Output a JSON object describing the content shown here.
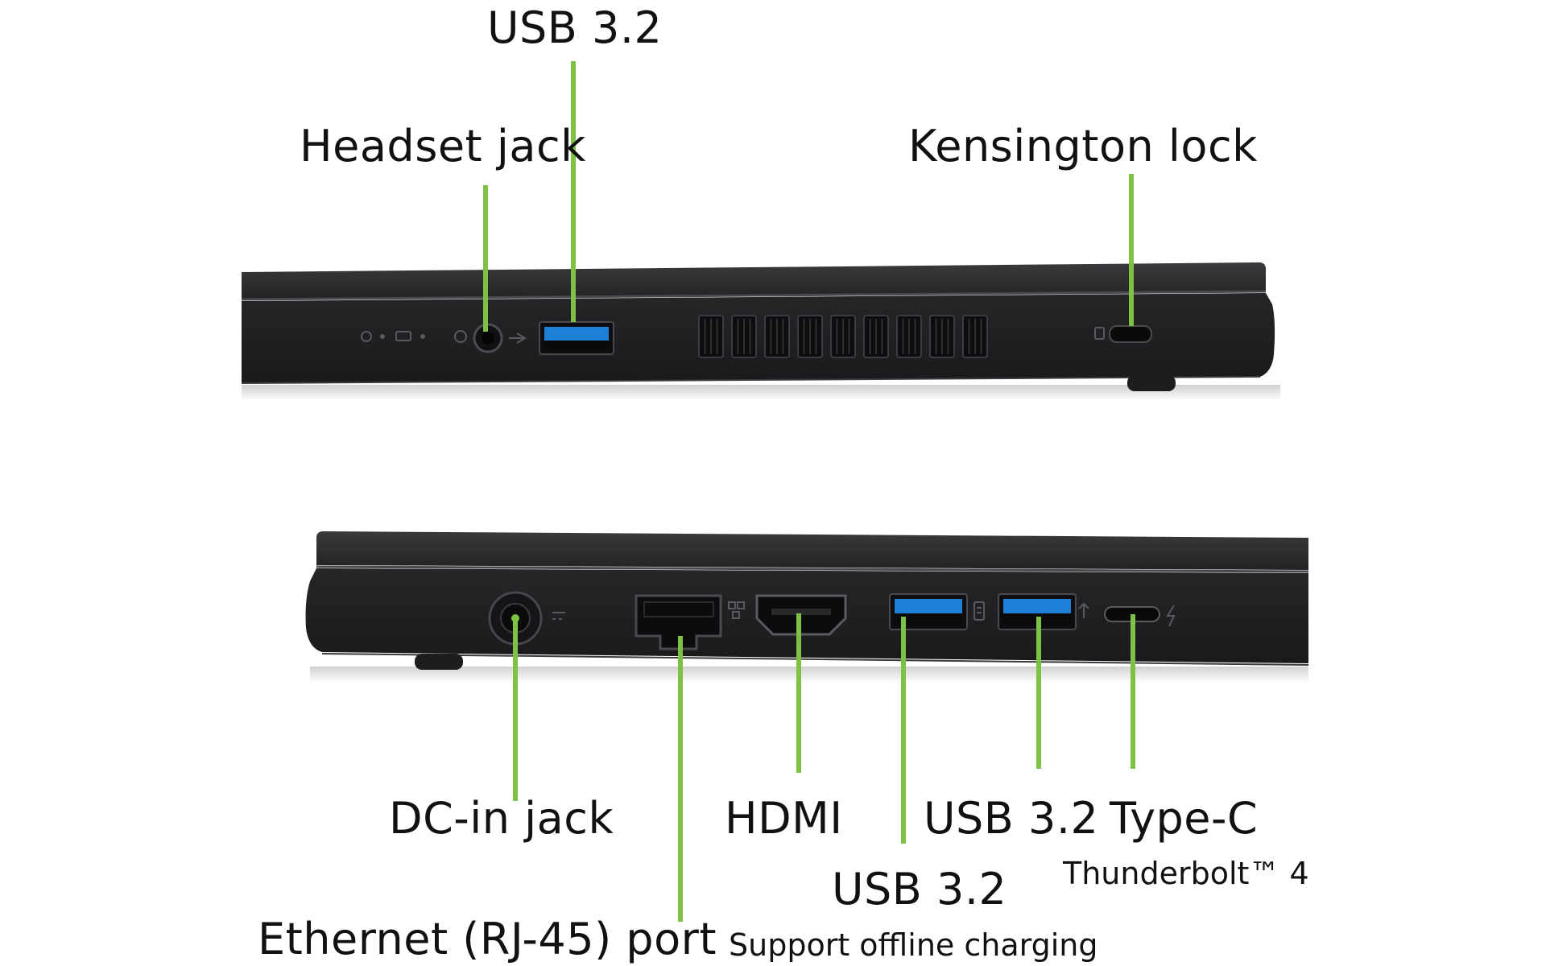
{
  "colors": {
    "callout_line": "#7dc242",
    "chassis": "#2c2c2e",
    "chassis_dark": "#151517",
    "chassis_edge": "#3f3f42",
    "usb_blue": "#1e7fd6",
    "background": "#ffffff",
    "text": "#111111"
  },
  "top_view": {
    "labels": {
      "usb_top": "USB 3.2",
      "headset": "Headset jack",
      "kensington": "Kensington lock"
    },
    "ports": [
      {
        "name": "status-leds",
        "icon": "led-indicator-icon"
      },
      {
        "name": "headset-jack",
        "icon": "headset-icon"
      },
      {
        "name": "usb-a-port",
        "icon": "usb-icon"
      },
      {
        "name": "air-vent",
        "icon": "vent-icon"
      },
      {
        "name": "kensington-lock-slot",
        "icon": "lock-icon"
      }
    ]
  },
  "bottom_view": {
    "labels": {
      "dc_in": "DC-in jack",
      "ethernet": "Ethernet (RJ-45) port",
      "hdmi": "HDMI",
      "usb_charging_title": "USB 3.2",
      "usb_charging_sub": "Support offline charging",
      "usb_right": "USB 3.2",
      "typec_title": "Type-C",
      "typec_sub": "Thunderbolt™ 4"
    },
    "ports": [
      {
        "name": "dc-in-jack",
        "icon": "power-icon"
      },
      {
        "name": "ethernet-port",
        "icon": "network-icon"
      },
      {
        "name": "hdmi-port",
        "icon": "hdmi-icon"
      },
      {
        "name": "usb-a-port-charging",
        "icon": "charging-icon"
      },
      {
        "name": "usb-a-port",
        "icon": "usb-icon"
      },
      {
        "name": "usb-c-port",
        "icon": "thunderbolt-icon"
      }
    ]
  }
}
